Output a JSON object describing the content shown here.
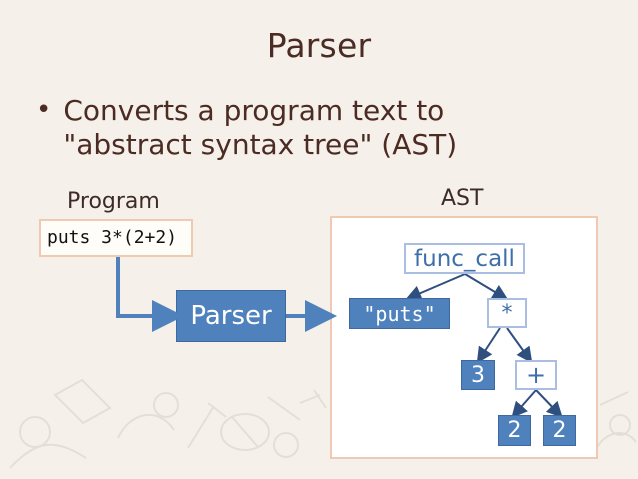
{
  "slide": {
    "title": "Parser",
    "bullet_lines": [
      "Converts a program text to",
      "\"abstract syntax tree\" (AST)"
    ]
  },
  "program": {
    "label": "Program",
    "code": "puts 3*(2+2)"
  },
  "parser": {
    "label": "Parser"
  },
  "ast": {
    "label": "AST",
    "nodes": {
      "func_call": "func_call",
      "puts": "\"puts\"",
      "mul": "*",
      "three": "3",
      "plus": "+",
      "two_left": "2",
      "two_right": "2"
    }
  },
  "colors": {
    "background": "#f5f1ea",
    "title_text": "#4b2b23",
    "accent_blue": "#4f81bd",
    "outline_blue": "#a9bee0",
    "box_border": "#efc9b4"
  }
}
